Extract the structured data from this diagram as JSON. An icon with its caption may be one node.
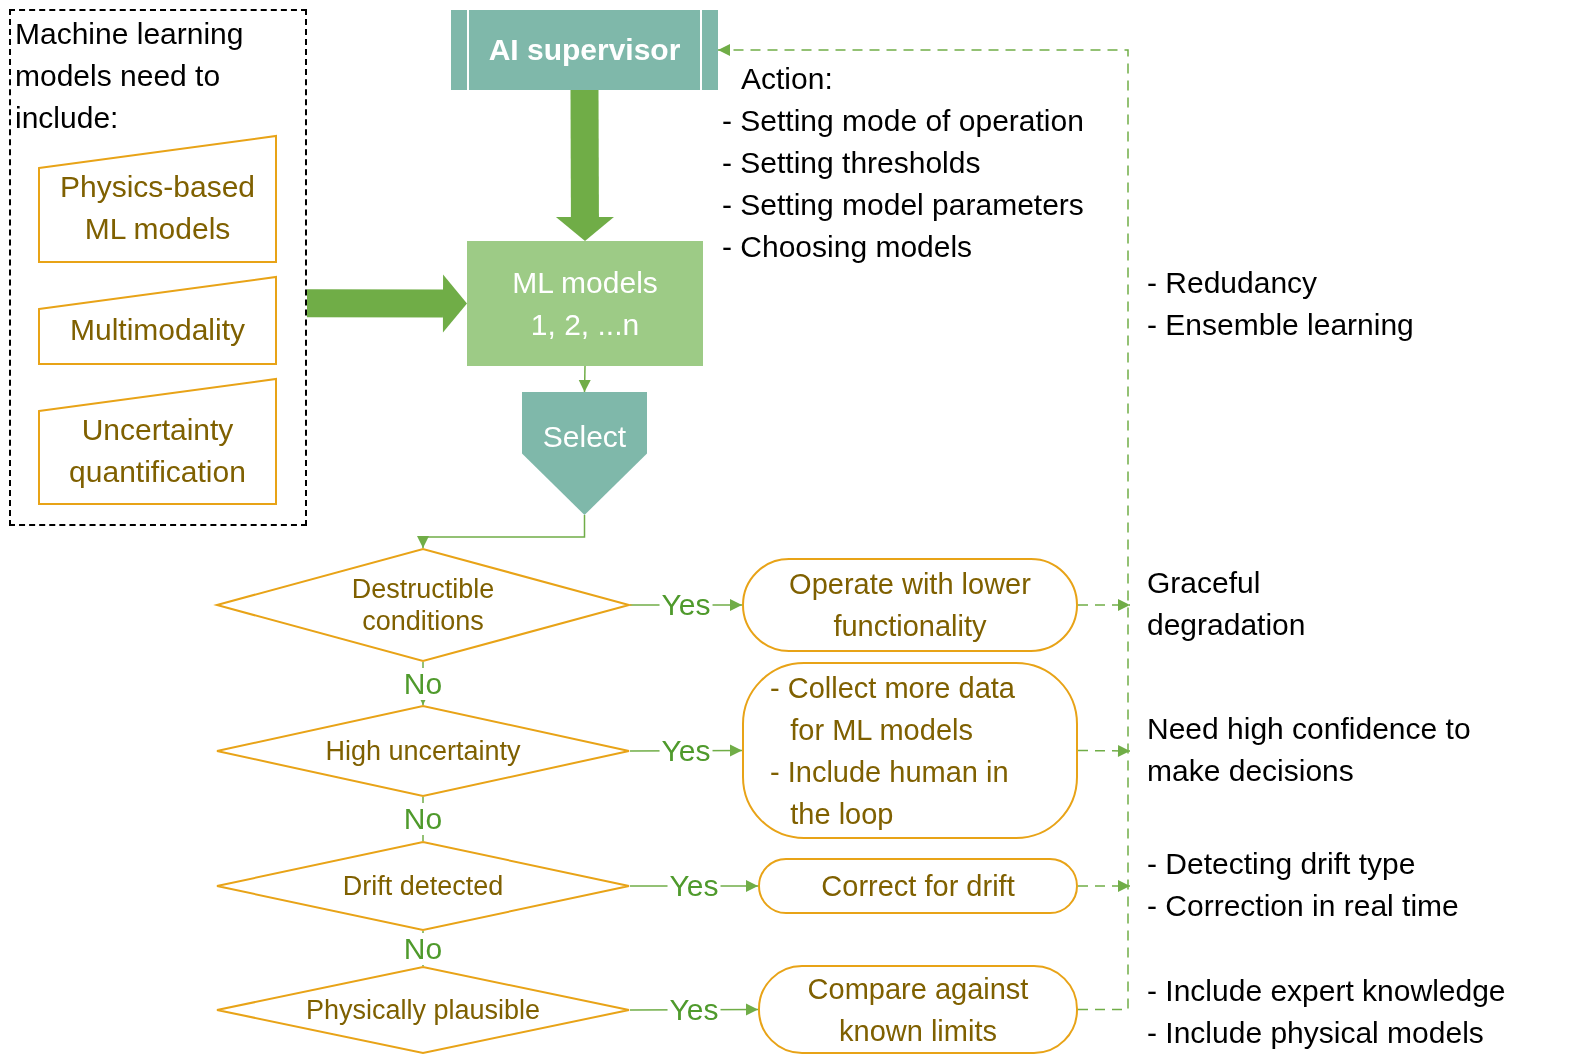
{
  "diagram": {
    "nodes": [
      {
        "text": [
          "Machine learning models need to include:"
        ]
      },
      {
        "text": [
          "Physics-based ML models"
        ],
        "in": 0
      },
      {
        "text": [
          "Multimodality"
        ],
        "in": 0
      },
      {
        "text": [
          "Uncertainty quantification"
        ],
        "in": 0
      },
      {
        "text": [
          "AI supervisor"
        ]
      },
      {
        "text": [
          "ML models 1, 2, ...n"
        ]
      },
      {
        "text": [
          "Select"
        ]
      },
      {
        "text": [
          "Destructible conditions"
        ]
      },
      {
        "text": [
          "Operate with lower functionality"
        ]
      },
      {
        "text": [
          "High uncertainty"
        ]
      },
      {
        "text": [
          "- Collect more data for ML models",
          "- Include human in the loop"
        ]
      },
      {
        "text": [
          "Drift detected"
        ]
      },
      {
        "text": [
          "Correct for drift"
        ]
      },
      {
        "text": [
          "Physically plausible"
        ]
      },
      {
        "text": [
          "Compare against known limits"
        ]
      },
      {
        "text": [
          "Graceful degradation"
        ]
      },
      {
        "text": [
          "Need high confidence to make decisions"
        ]
      },
      {
        "text": [
          "- Detecting drift type",
          "- Correction in real time"
        ]
      }
    ],
    "edges": [
      {
        "from": 0,
        "to": 5,
        "arrow": "to",
        "style": "thick"
      },
      {
        "from": 4,
        "to": 5,
        "arrow": "to",
        "style": "thick"
      },
      {
        "from": 5,
        "to": 6,
        "arrow": "to"
      },
      {
        "from": 6,
        "to": 7,
        "arrow": "to"
      },
      {
        "from": 7,
        "to": 8,
        "arrow": "to",
        "label": "Yes"
      },
      {
        "from": 7,
        "to": 9,
        "arrow": "to",
        "label": "No"
      },
      {
        "from": 9,
        "to": 10,
        "arrow": "to",
        "label": "Yes"
      },
      {
        "from": 9,
        "to": 11,
        "arrow": "none",
        "label": "No"
      },
      {
        "from": 11,
        "to": 12,
        "arrow": "to",
        "label": "Yes"
      },
      {
        "from": 11,
        "to": 13,
        "arrow": "none",
        "label": "No"
      },
      {
        "from": 13,
        "to": 14,
        "arrow": "to",
        "label": "Yes"
      },
      {
        "from": 8,
        "to": 15,
        "arrow": "to",
        "style": "dashed"
      },
      {
        "from": 10,
        "to": 16,
        "arrow": "to",
        "style": "dashed"
      },
      {
        "from": 12,
        "to": 17,
        "arrow": "to",
        "style": "dashed"
      },
      {
        "from": 14,
        "to": 4,
        "arrow": "to",
        "style": "dashed"
      }
    ],
    "labels": [
      "Action:",
      "- Setting mode of operation",
      "- Setting thresholds",
      "- Setting model parameters",
      "- Choosing models",
      "- Redudancy",
      "- Ensemble learning",
      "- Include expert knowledge",
      "- Include physical models"
    ]
  }
}
